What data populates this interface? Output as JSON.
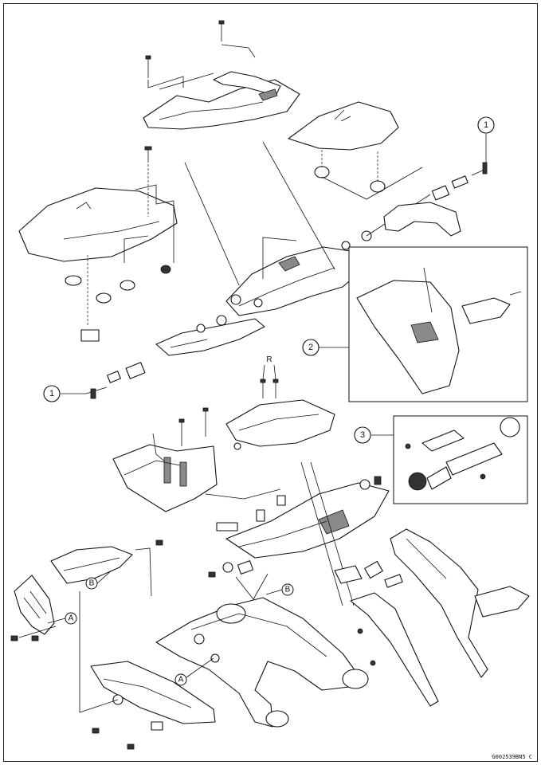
{
  "callouts": {
    "c1_top": "1",
    "c1_left": "1",
    "c2": "2",
    "c3": "3"
  },
  "letters": {
    "b_left": "B",
    "a_left": "A",
    "b_arm": "B",
    "a_arm": "A"
  },
  "marks": {
    "r_mark": "R"
  },
  "drawing_code": "G002539BN5 C",
  "colors": {
    "line": "#111111",
    "shade": "#8a8a8a",
    "background": "#ffffff"
  }
}
